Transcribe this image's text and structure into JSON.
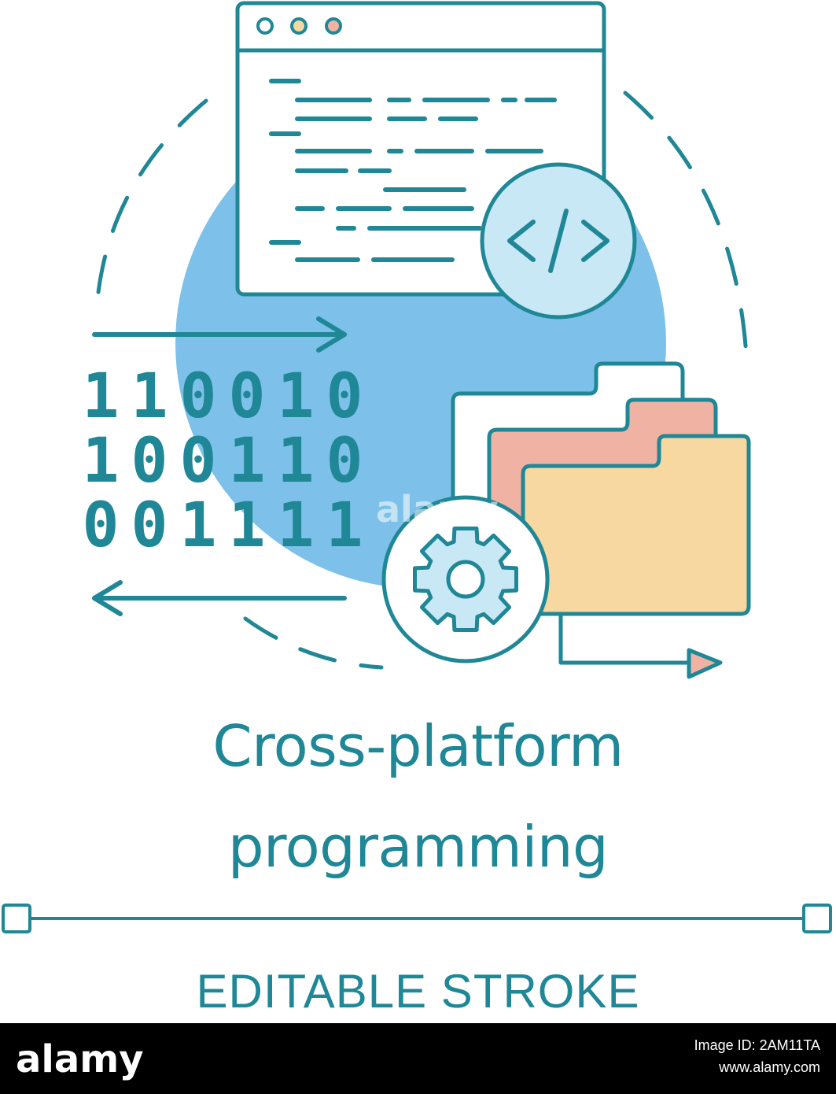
{
  "title": {
    "line1": "Cross-platform",
    "line2": "programming"
  },
  "caption": "EDITABLE STROKE",
  "binary": {
    "rows": [
      [
        "1",
        "1",
        "0",
        "0",
        "1",
        "0"
      ],
      [
        "1",
        "0",
        "0",
        "1",
        "1",
        "0"
      ],
      [
        "0",
        "0",
        "1",
        "1",
        "1",
        "1"
      ]
    ]
  },
  "code_tag": "</>",
  "watermark": "alamy",
  "footer": {
    "logo": "alamy",
    "image_id": "Image ID: 2AM11TA",
    "site": "www.alamy.com"
  },
  "icons": [
    "code-window-icon",
    "code-tag-icon",
    "gear-icon",
    "folder-stack-icon",
    "arrow-right-icon",
    "arrow-left-icon",
    "arrow-out-icon",
    "editable-stroke-line-icon"
  ],
  "colors": {
    "stroke": "#1f8796",
    "circle_fill": "#7dc1ea",
    "badge_fill": "#c8e8f5",
    "folder_back": "#ffffff",
    "folder_middle": "#f0b3a3",
    "folder_front": "#f6d8a0",
    "dot_yellow": "#f6d8a0",
    "dot_pink": "#f0b3a3",
    "arrow_tip": "#f0b3a3",
    "footer_bg": "#000000"
  }
}
